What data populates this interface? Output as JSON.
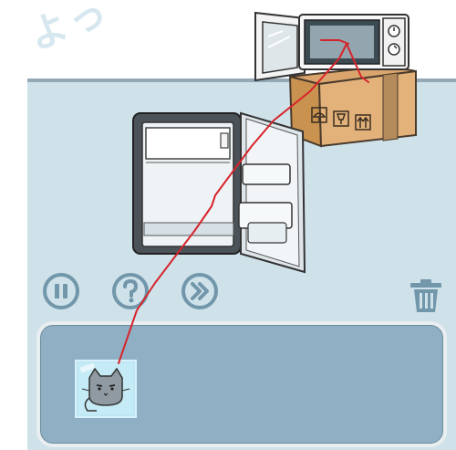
{
  "scene": {
    "wall_text": "よっ"
  },
  "objects": {
    "microwave": {
      "icon": "microwave-icon"
    },
    "cardboard_box": {
      "icon": "cardboard-box-icon"
    },
    "refrigerator": {
      "icon": "refrigerator-icon"
    }
  },
  "controls": [
    {
      "id": "pause",
      "icon": "pause-icon"
    },
    {
      "id": "hint",
      "icon": "question-icon"
    },
    {
      "id": "skip",
      "icon": "fast-forward-icon"
    },
    {
      "id": "trash",
      "icon": "trash-icon"
    }
  ],
  "inventory": {
    "items": [
      {
        "id": "frozen-cat",
        "icon": "cat-in-ice-icon"
      }
    ]
  },
  "colors": {
    "floor": "#cfe2ea",
    "wall": "#ffffff",
    "control": "#7296aa",
    "inventory_panel": "#8fb0c4",
    "drag_path": "#d6242b"
  }
}
